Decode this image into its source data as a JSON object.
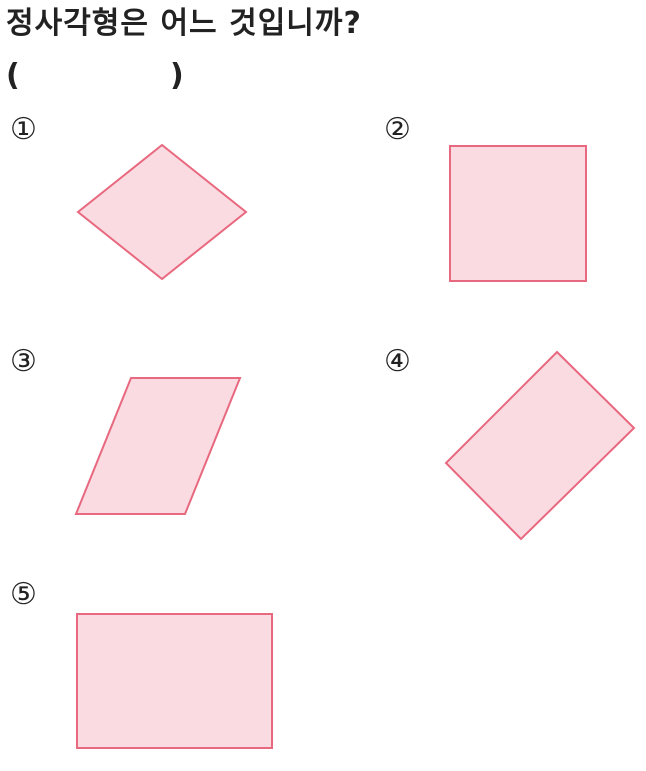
{
  "question": {
    "text": "정사각형은 어느 것입니까?",
    "open_paren": "(",
    "close_paren": ")"
  },
  "options": [
    {
      "number": "①",
      "shape": "rhombus"
    },
    {
      "number": "②",
      "shape": "square"
    },
    {
      "number": "③",
      "shape": "parallelogram"
    },
    {
      "number": "④",
      "shape": "rotated-rectangle"
    },
    {
      "number": "⑤",
      "shape": "rectangle"
    }
  ],
  "colors": {
    "shape_fill": "#fadbe1",
    "shape_stroke": "#e8687f",
    "text": "#222222"
  }
}
